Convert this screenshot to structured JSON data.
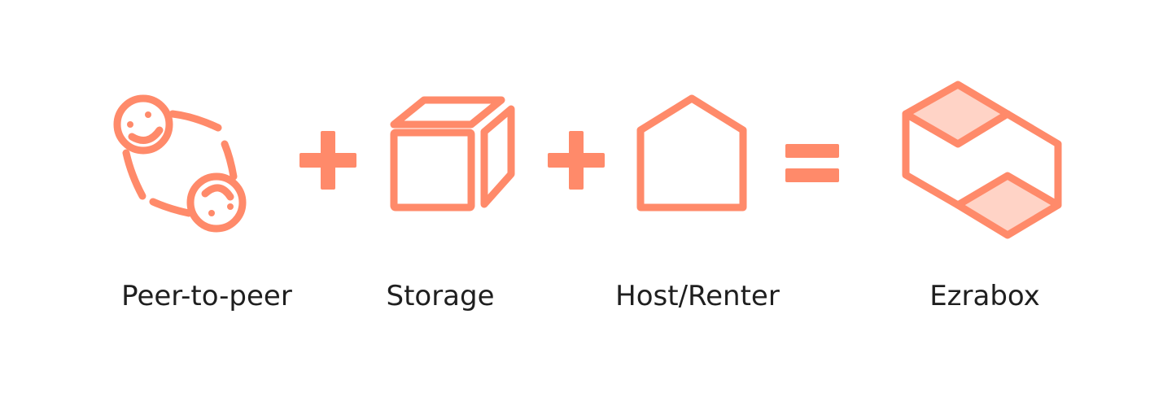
{
  "colors": {
    "accent": "#ff8a6a",
    "accent_light": "#ffd3c6",
    "text": "#1f1f1f"
  },
  "items": [
    {
      "label": "Peer-to-peer",
      "icon": "peer-to-peer-icon"
    },
    {
      "label": "Storage",
      "icon": "storage-box-icon"
    },
    {
      "label": "Host/Renter",
      "icon": "house-icon"
    },
    {
      "label": "Ezrabox",
      "icon": "ezrabox-logo-icon"
    }
  ],
  "operators": [
    {
      "symbol": "+",
      "icon": "plus-icon"
    },
    {
      "symbol": "+",
      "icon": "plus-icon"
    },
    {
      "symbol": "=",
      "icon": "equals-icon"
    }
  ]
}
